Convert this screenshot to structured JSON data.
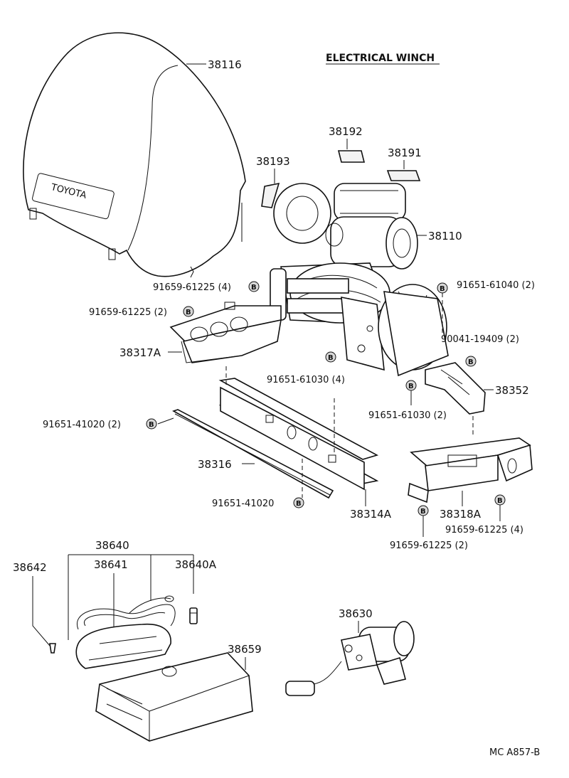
{
  "title": "ELECTRICAL WINCH",
  "footer_code": "MC A857-B",
  "labels": {
    "cover": "38116",
    "plate": "38192",
    "label_sticker": "38191",
    "side_plate": "38193",
    "winch_assembly": "38110",
    "bolt_a": "91659-61225 (4)",
    "bolt_b": "91659-61225 (2)",
    "bolt_c": "91651-61040 (2)",
    "bolt_d": "90041-19409 (2)",
    "bracket_left": "38317A",
    "bolt_e": "91651-61030 (4)",
    "bracket_right": "38352",
    "bolt_f": "91651-61030 (2)",
    "bolt_g": "91651-41020 (2)",
    "rail": "38316",
    "bolt_h": "91651-41020",
    "frame": "38314A",
    "bracket_rear": "38318A",
    "bolt_i": "91659-61225 (4)",
    "bolt_j": "91659-61225 (2)",
    "remote_set": "38640",
    "screw": "38642",
    "remote_switch": "38641",
    "remote_clip": "38640A",
    "solenoid": "38630",
    "case": "38659"
  },
  "cover_text": "TOYOTA",
  "bolt_marker": "B"
}
